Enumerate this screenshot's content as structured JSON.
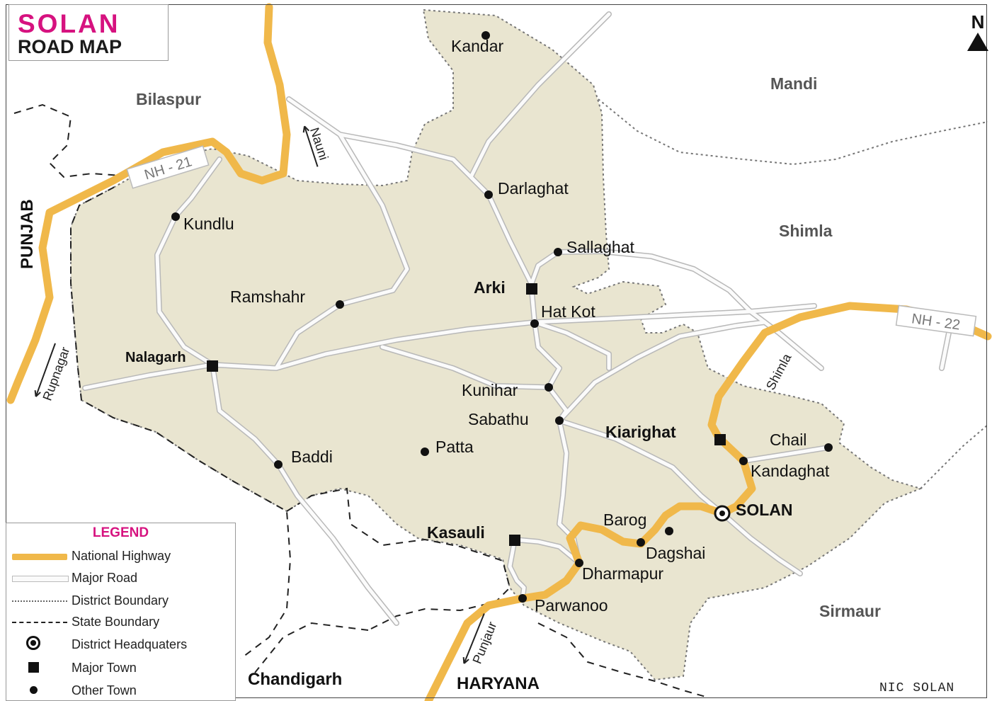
{
  "title": {
    "main": "SOLAN",
    "sub": "ROAD MAP"
  },
  "north": "N",
  "credit": "NIC SOLAN",
  "colors": {
    "district_fill": "#e9e5d0",
    "highway": "#f0b84a",
    "major_road": "#fafafa",
    "title": "#d6127f"
  },
  "regions": [
    "Bilaspur",
    "Mandi",
    "Shimla",
    "Sirmaur",
    "PUNJAB",
    "Chandigarh",
    "HARYANA"
  ],
  "road_labels": {
    "nh21": "NH - 21",
    "nh22": "NH - 22",
    "nauni": "Nauni",
    "rupnagar": "Rupnagar",
    "shimla_road": "Shimla",
    "punjaur": "Punjaur"
  },
  "towns": {
    "kandar": "Kandar",
    "darlaghat": "Darlaghat",
    "kundlu": "Kundlu",
    "sallaghat": "Sallaghat",
    "arki": "Arki",
    "ramshahr": "Ramshahr",
    "hatkot": "Hat Kot",
    "nalagarh": "Nalagarh",
    "kunihar": "Kunihar",
    "sabathu": "Sabathu",
    "kiarighat": "Kiarighat",
    "chail": "Chail",
    "patta": "Patta",
    "baddi": "Baddi",
    "kandaghat": "Kandaghat",
    "solan": "SOLAN",
    "barog": "Barog",
    "kasauli": "Kasauli",
    "dagshai": "Dagshai",
    "dharmapur": "Dharmapur",
    "parwanoo": "Parwanoo"
  },
  "legend": {
    "title": "LEGEND",
    "items": [
      {
        "symbol": "highway",
        "label": "National Highway"
      },
      {
        "symbol": "major-road",
        "label": "Major Road"
      },
      {
        "symbol": "district-boundary",
        "label": "District Boundary"
      },
      {
        "symbol": "state-boundary",
        "label": "State Boundary"
      },
      {
        "symbol": "headquarters",
        "label": "District Headquaters"
      },
      {
        "symbol": "major-town",
        "label": "Major Town"
      },
      {
        "symbol": "other-town",
        "label": "Other Town"
      }
    ]
  }
}
